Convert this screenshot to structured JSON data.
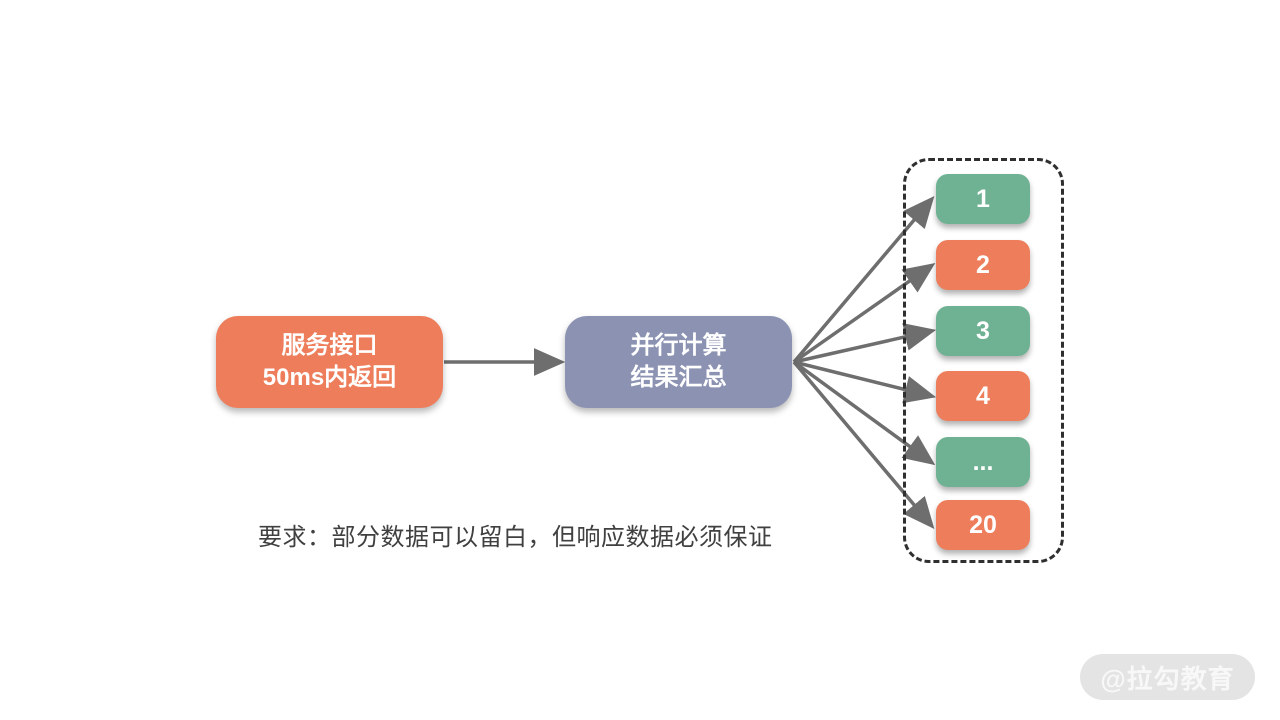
{
  "diagram": {
    "left_node": {
      "line1": "服务接口",
      "line2": "50ms内返回",
      "color": "#ED7D5B"
    },
    "middle_node": {
      "line1": "并行计算",
      "line2": "结果汇总",
      "color": "#8B92B2"
    },
    "right_panel": {
      "boxes": [
        {
          "label": "1",
          "color": "#6FB293"
        },
        {
          "label": "2",
          "color": "#ED7D5B"
        },
        {
          "label": "3",
          "color": "#6FB293"
        },
        {
          "label": "4",
          "color": "#ED7D5B"
        },
        {
          "label": "...",
          "color": "#6FB293"
        },
        {
          "label": "20",
          "color": "#ED7D5B"
        }
      ]
    },
    "note": "要求：部分数据可以留白，但响应数据必须保证",
    "arrow_color": "#6E6E6E"
  },
  "watermark": {
    "text": "@拉勾教育"
  }
}
